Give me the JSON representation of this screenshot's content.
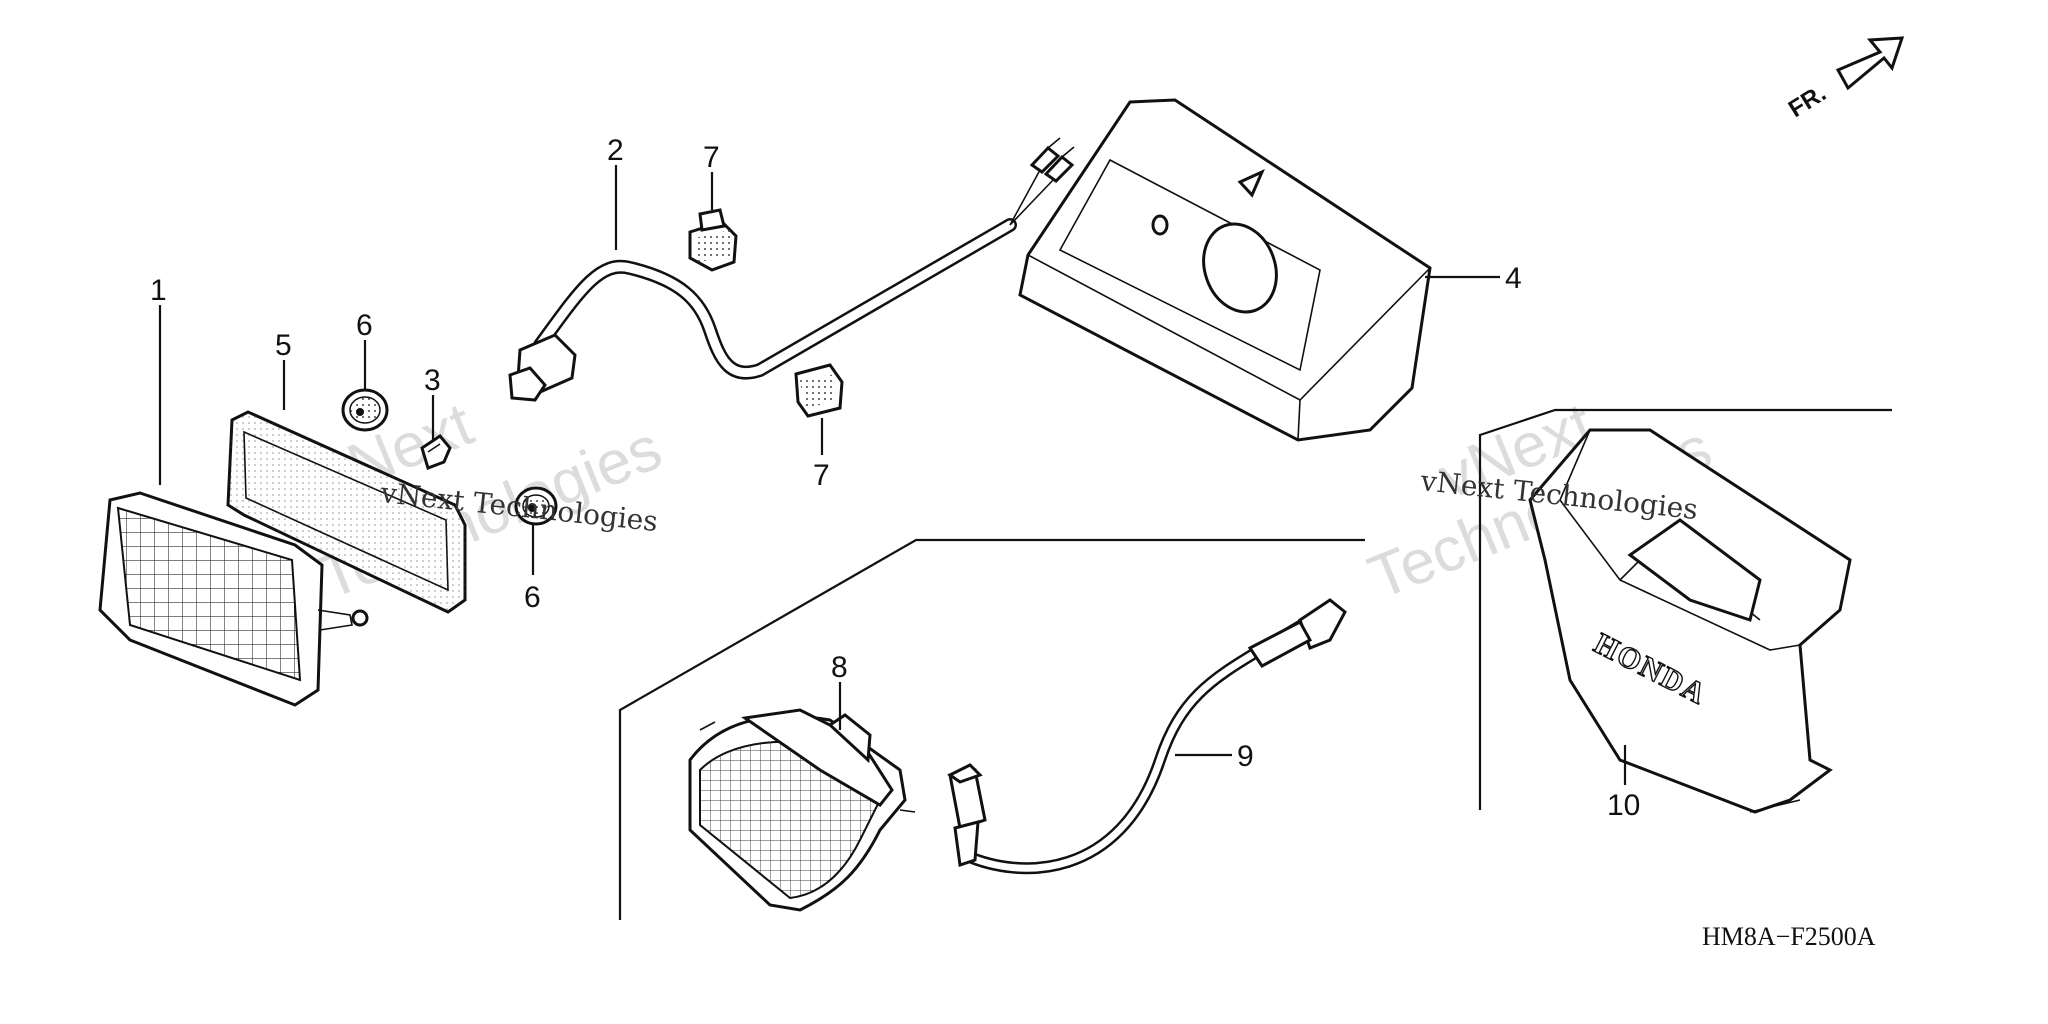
{
  "callouts": [
    {
      "id": "1",
      "label": "1"
    },
    {
      "id": "2",
      "label": "2"
    },
    {
      "id": "3",
      "label": "3"
    },
    {
      "id": "4",
      "label": "4"
    },
    {
      "id": "5",
      "label": "5"
    },
    {
      "id": "6a",
      "label": "6"
    },
    {
      "id": "6b",
      "label": "6"
    },
    {
      "id": "7a",
      "label": "7"
    },
    {
      "id": "7b",
      "label": "7"
    },
    {
      "id": "8",
      "label": "8"
    },
    {
      "id": "9",
      "label": "9"
    },
    {
      "id": "10",
      "label": "10"
    }
  ],
  "direction_label": "FR.",
  "diagram_code": "HM8A−F2500A",
  "brand_text": "HONDA",
  "watermark": {
    "brand": "vNext",
    "word": "Technologies",
    "full": "vNext Technologies"
  },
  "colors": {
    "ink": "#111111",
    "watermark": "#dcdcdc",
    "background": "#ffffff"
  }
}
